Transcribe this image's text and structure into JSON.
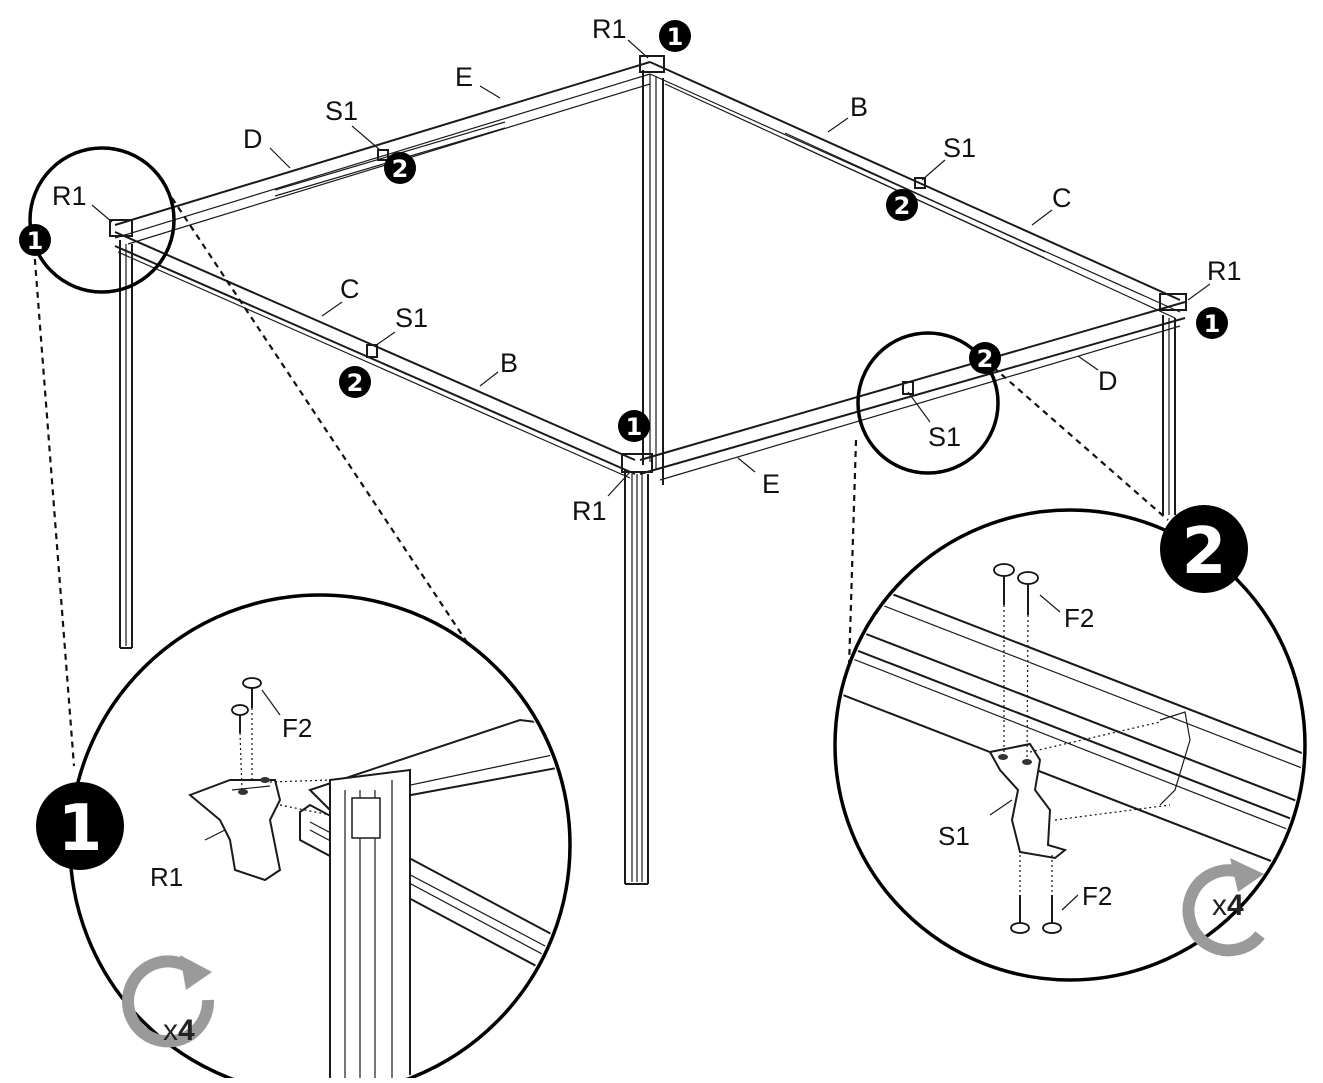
{
  "labels": {
    "r1": "R1",
    "s1": "S1",
    "f2": "F2",
    "b": "B",
    "c": "C",
    "d": "D",
    "e": "E"
  },
  "steps": {
    "one": "1",
    "two": "2"
  },
  "repeat": {
    "prefix": "x",
    "count": "4"
  }
}
